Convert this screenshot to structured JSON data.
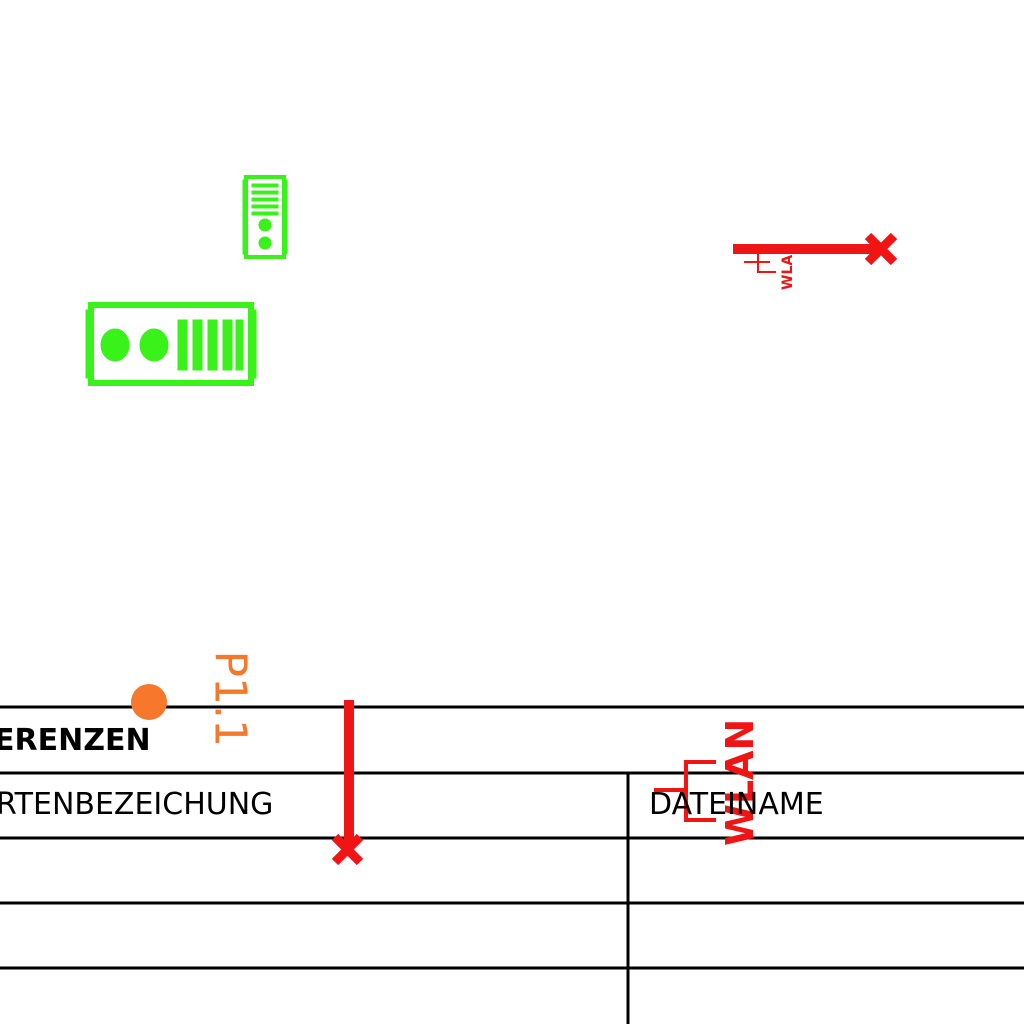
{
  "table": {
    "header": "ERENZEN",
    "col1_header": "RTENBEZEICHUNG",
    "col2_header": "DATEINAME"
  },
  "markers": {
    "point_label": "P1.1",
    "wlan_label": "WLAN"
  },
  "colors": {
    "device": "#39f21a",
    "wlan": "#f01414",
    "point": "#f7772b",
    "lines": "#000000"
  }
}
